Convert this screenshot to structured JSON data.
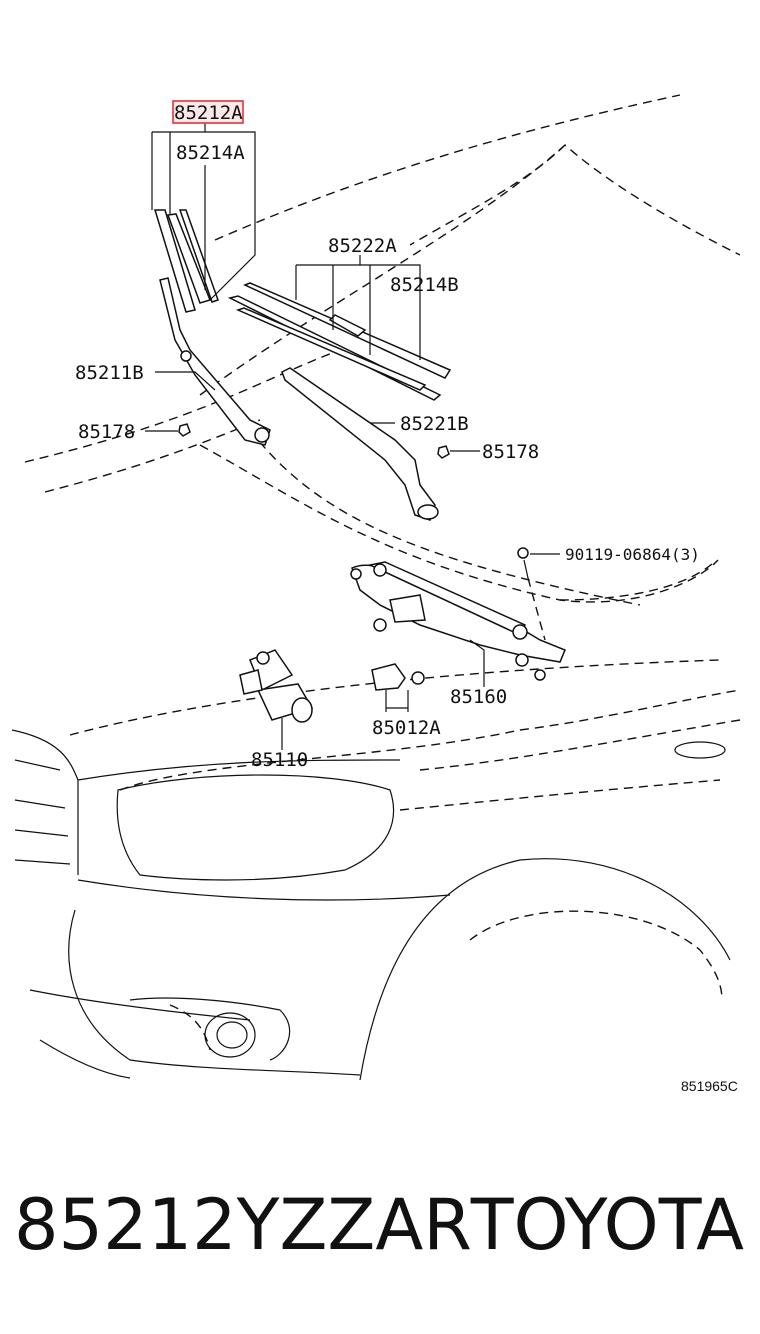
{
  "diagram": {
    "code": "851965C",
    "highlight_color": "#d9363e",
    "labels": {
      "p85212A": "85212A",
      "p85214A": "85214A",
      "p85222A": "85222A",
      "p85214B": "85214B",
      "p85211B": "85211B",
      "p85178_left": "85178",
      "p85221B": "85221B",
      "p85178_right": "85178",
      "p90119": "90119-06864(3)",
      "p85160": "85160",
      "p85012A": "85012A",
      "p85110": "85110"
    }
  },
  "footer": {
    "part_number": "85212YZZAR",
    "brand": "TOYOTA"
  }
}
